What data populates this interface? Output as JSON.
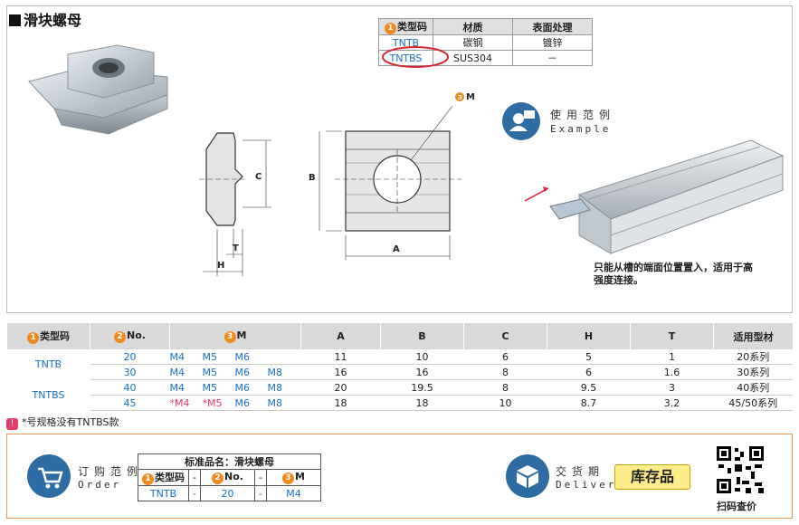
{
  "title": "滑块螺母",
  "type_table": {
    "headers": [
      "类型码",
      "材质",
      "表面处理"
    ],
    "rows": [
      [
        "TNTB",
        "碳钢",
        "镀锌"
      ],
      [
        "TNTBS",
        "SUS304",
        "－"
      ]
    ]
  },
  "drawing": {
    "label_m": "M",
    "label_a": "A",
    "label_b": "B",
    "label_c": "C",
    "label_h": "H",
    "label_t": "T"
  },
  "example": {
    "cn": "使用范例",
    "en": "Example",
    "caption_1": "只能从槽的端面位置置入，适用于高",
    "caption_2": "强度连接。"
  },
  "spec_table": {
    "headers": [
      "类型码",
      "No.",
      "M",
      "A",
      "B",
      "C",
      "H",
      "T",
      "适用型材"
    ],
    "type_codes": [
      "TNTB",
      "TNTBS"
    ],
    "rows": [
      {
        "no": "20",
        "m": [
          "M4",
          "M5",
          "M6",
          ""
        ],
        "a": "11",
        "b": "10",
        "c": "6",
        "h": "5",
        "t": "1",
        "profile": "20系列"
      },
      {
        "no": "30",
        "m": [
          "M4",
          "M5",
          "M6",
          "M8"
        ],
        "a": "16",
        "b": "16",
        "c": "8",
        "h": "6",
        "t": "1.6",
        "profile": "30系列"
      },
      {
        "no": "40",
        "m": [
          "M4",
          "M5",
          "M6",
          "M8"
        ],
        "a": "20",
        "b": "19.5",
        "c": "8",
        "h": "9.5",
        "t": "3",
        "profile": "40系列"
      },
      {
        "no": "45",
        "m": [
          "*M4",
          "*M5",
          "M6",
          "M8"
        ],
        "a": "18",
        "b": "18",
        "c": "10",
        "h": "8.7",
        "t": "3.2",
        "profile": "45/50系列"
      }
    ]
  },
  "note": "*号规格没有TNTBS款",
  "order": {
    "cn": "订购范例",
    "en": "Order",
    "std_title": "标准品名：滑块螺母",
    "headers": [
      "类型码",
      "-",
      "No.",
      "-",
      "M"
    ],
    "values": [
      "TNTB",
      "-",
      "20",
      "-",
      "M4"
    ]
  },
  "delivery": {
    "cn": "交货期",
    "en": "Delivery",
    "stock": "库存品"
  },
  "qr_label": "扫码查价",
  "num_badges": [
    "1",
    "2",
    "3"
  ],
  "colors": {
    "accent": "#f08a1c",
    "blue": "#1a6fc4",
    "icon_blue": "#2e6da4",
    "stock_yellow": "#ffec8b",
    "red_circle": "#d9232e"
  }
}
